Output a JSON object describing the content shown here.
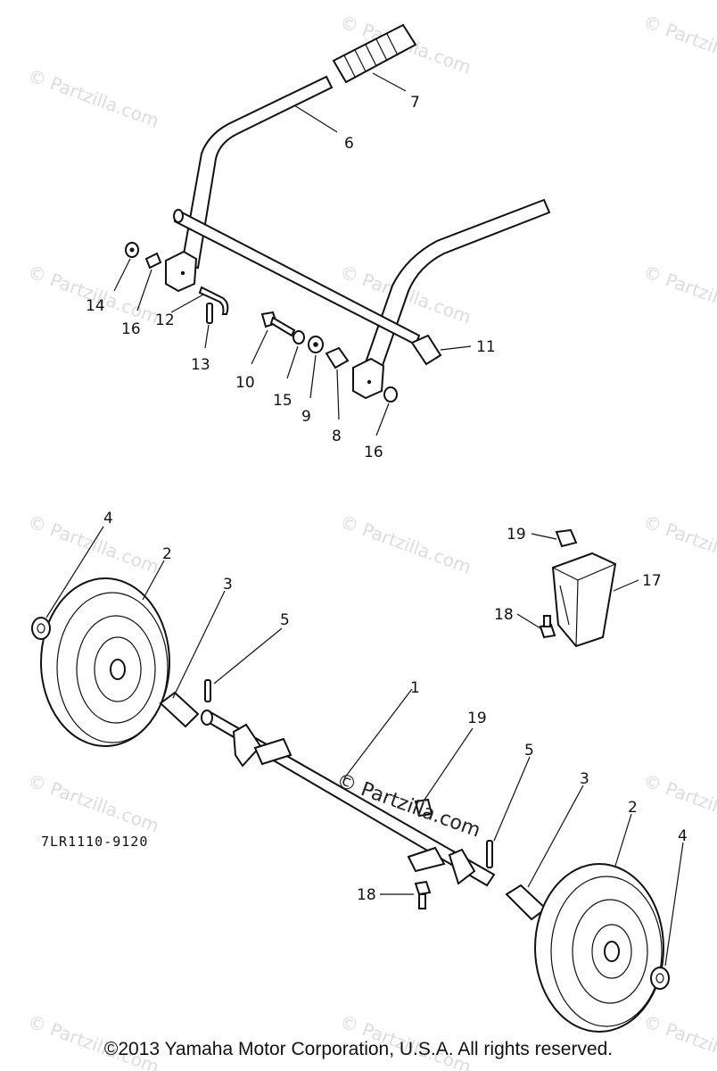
{
  "watermark": "© Partzilla.com",
  "center_watermark": "© Partzilla.com",
  "diagram_code": "7LR1110-9120",
  "callouts": {
    "c1": "1",
    "c2a": "2",
    "c2b": "2",
    "c3a": "3",
    "c3b": "3",
    "c4a": "4",
    "c4b": "4",
    "c5a": "5",
    "c5b": "5",
    "c6": "6",
    "c7": "7",
    "c8": "8",
    "c9": "9",
    "c10": "10",
    "c11": "11",
    "c12": "12",
    "c13": "13",
    "c14": "14",
    "c15": "15",
    "c16a": "16",
    "c16b": "16",
    "c17": "17",
    "c18a": "18",
    "c18b": "18",
    "c19a": "19",
    "c19b": "19"
  },
  "copyright": "©2013  Yamaha Motor Corporation, U.S.A. All rights reserved."
}
